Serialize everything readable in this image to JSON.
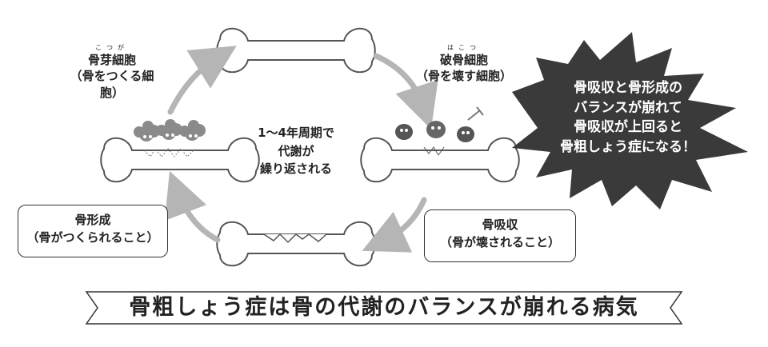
{
  "diagram": {
    "osteoblast": {
      "ruby": "こつが",
      "title": "骨芽細胞",
      "subtitle": "（骨をつくる細胞）"
    },
    "osteoclast": {
      "ruby": "はこつ",
      "title": "破骨細胞",
      "subtitle": "（骨を壊す細胞）"
    },
    "center": {
      "line1": "1～4年周期で",
      "line2": "代謝が",
      "line3": "繰り返される"
    },
    "formation": {
      "title": "骨形成",
      "subtitle": "（骨がつくられること）"
    },
    "resorption": {
      "title": "骨吸収",
      "subtitle": "（骨が壊されること）"
    },
    "burst": {
      "line1": "骨吸収と骨形成の",
      "line2": "バランスが崩れて",
      "line3": "骨吸収が上回ると",
      "line4": "骨粗しょう症になる！"
    },
    "banner": "骨粗しょう症は骨の代謝のバランスが崩れる病気",
    "colors": {
      "bone_fill": "#ffffff",
      "bone_stroke": "#555555",
      "arrow": "#b5b5b5",
      "burst": "#3a3a3a",
      "cell": "#8a8a8a"
    }
  }
}
